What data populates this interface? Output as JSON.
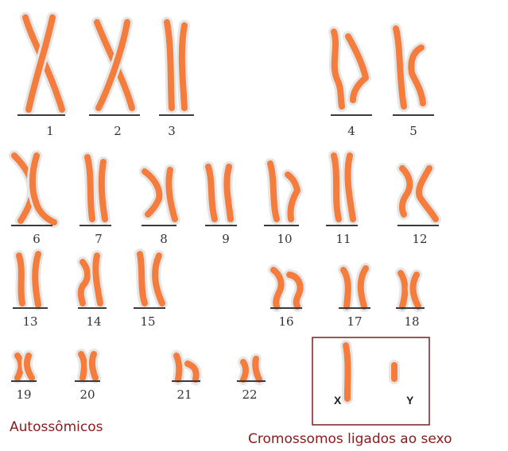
{
  "colors": {
    "chromosome": "#f47c3c",
    "halo": "#e6e6e6",
    "baseline": "#3a3a3a",
    "box_border": "#7a1f1f",
    "caption": "#8b1a1a"
  },
  "autosomes": [
    {
      "label": "1"
    },
    {
      "label": "2"
    },
    {
      "label": "3"
    },
    {
      "label": "4"
    },
    {
      "label": "5"
    },
    {
      "label": "6"
    },
    {
      "label": "7"
    },
    {
      "label": "8"
    },
    {
      "label": "9"
    },
    {
      "label": "10"
    },
    {
      "label": "11"
    },
    {
      "label": "12"
    },
    {
      "label": "13"
    },
    {
      "label": "14"
    },
    {
      "label": "15"
    },
    {
      "label": "16"
    },
    {
      "label": "17"
    },
    {
      "label": "18"
    },
    {
      "label": "19"
    },
    {
      "label": "20"
    },
    {
      "label": "21"
    },
    {
      "label": "22"
    }
  ],
  "sex_chromosomes": [
    {
      "label": "X"
    },
    {
      "label": "Y"
    }
  ],
  "captions": {
    "autosomal": "Autossômicos",
    "sex_linked": "Cromossomos ligados ao sexo"
  }
}
